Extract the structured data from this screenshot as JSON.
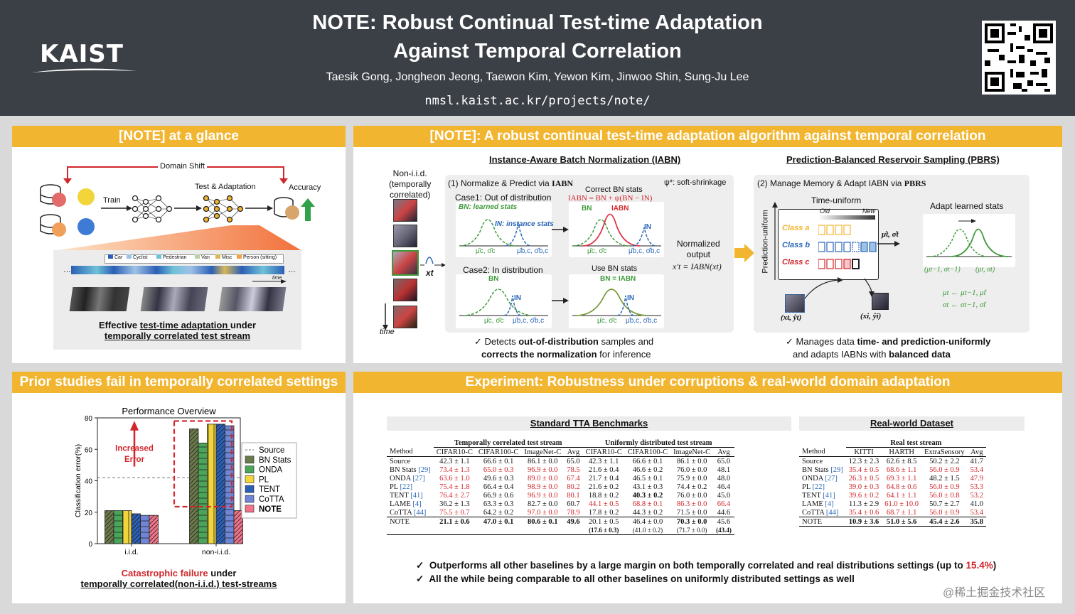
{
  "header": {
    "logo": "KAIST",
    "title_line1": "NOTE: Robust Continual Test-time Adaptation",
    "title_line2": "Against Temporal Correlation",
    "authors": "Taesik Gong, Jongheon Jeong, Taewon Kim, Yewon Kim, Jinwoo Shin, Sung-Ju Lee",
    "url": "nmsl.kaist.ac.kr/projects/note/"
  },
  "glance": {
    "title": "[NOTE] at a glance",
    "domain_shift": "Domain Shift",
    "train": "Train",
    "test_adapt": "Test & Adaptation",
    "accuracy": "Accuracy",
    "legend": [
      "Car",
      "Cyclist",
      "Pedestrian",
      "Van",
      "Misc",
      "Person (sitting)"
    ],
    "time_label": "time",
    "caption_pre": "Effective ",
    "caption_u1": "test-time adaptation ",
    "caption_mid": "under",
    "caption_u2": "temporally correlated test stream"
  },
  "algo": {
    "title": "[NOTE]: A robust continual test-time adaptation algorithm against temporal correlation",
    "iabn_title": "Instance-Aware Batch Normalization (IABN)",
    "pbrs_title": "Prediction-Balanced Reservoir Sampling (PBRS)",
    "noniid": "Non-i.i.d.",
    "temporally": "(temporally",
    "correlated": "correlated)",
    "time": "time",
    "step1": "(1) Normalize & Predict via ",
    "step1_bold": "IABN",
    "psi_label": "ψ*: soft-shrinkage",
    "case1": "Case1: Out of distribution",
    "case2": "Case2: In distribution",
    "correct_bn": "Correct BN stats",
    "iabn_eq": "IABN = BN + ψ(BN − IN)",
    "use_bn": "Use BN stats",
    "bn_eq_iabn": "BN = IABN",
    "bn_learned": "BN: learned stats",
    "in_instance": "IN: instance stats",
    "bn": "BN",
    "in": "IN",
    "iabn": "IABN",
    "mu_c": "μ̄c, σ̄c",
    "mu_b": "μ̄b,c, σ̄b,c",
    "normalized": "Normalized",
    "output": "output",
    "xt_eq": "x′t = IABN(xt)",
    "xt": "xt",
    "check1_pre": "Detects ",
    "check1_bold": "out-of-distribution",
    "check1_post": " samples and",
    "check1b_bold": "corrects the normalization",
    "check1b_post": " for inference",
    "step2": "(2) Manage Memory & Adapt IABN via ",
    "step2_bold": "PBRS",
    "time_uniform": "Time-uniform",
    "pred_uniform": "Prediction-uniform",
    "old": "Old",
    "new": "New",
    "class_a": "Class a",
    "class_b": "Class b",
    "class_c": "Class c",
    "mu_hat": "μ̂t, σ̂t",
    "adapt": "Adapt learned stats",
    "mu_prev": "(μt−1, σt−1)",
    "mu_now": "(μt, σt)",
    "upd1": "μt ← μt−1, μ̂t",
    "upd2": "σt ← σt−1, σ̂t",
    "xy_hat": "(xt, ŷt)",
    "xy_hat2": "(xi, ŷi)",
    "check2_pre": "Manages data ",
    "check2_bold": "time- and prediction-uniformly",
    "check2b_pre": "and adapts IABNs with ",
    "check2b_bold": "balanced data"
  },
  "prior": {
    "title": "Prior studies fail in temporally correlated settings",
    "chart_title": "Performance Overview",
    "ylabel": "Classification error(%)",
    "increased": "Increased",
    "error": "Error",
    "caption_red": "Catastrophic failure",
    "caption_post": " under",
    "caption2": "temporally correlated(non-i.i.d.) test-streams"
  },
  "chart_data": {
    "type": "bar",
    "title": "Performance Overview",
    "ylabel": "Classification error(%)",
    "ylim": [
      0,
      80
    ],
    "yticks": [
      0,
      20,
      40,
      60,
      80
    ],
    "categories": [
      "i.i.d.",
      "non-i.i.d."
    ],
    "source_line": 42,
    "series": [
      {
        "name": "BN Stats",
        "values": [
          21,
          73
        ],
        "color": "#6b7a4a"
      },
      {
        "name": "ONDA",
        "values": [
          21,
          64
        ],
        "color": "#4aa55a"
      },
      {
        "name": "PL",
        "values": [
          21,
          76
        ],
        "color": "#f2d53a"
      },
      {
        "name": "TENT",
        "values": [
          19,
          76
        ],
        "color": "#2b5fb5"
      },
      {
        "name": "CoTTA",
        "values": [
          18,
          75
        ],
        "color": "#6f86d6"
      },
      {
        "name": "NOTE",
        "values": [
          18,
          21
        ],
        "color": "#f07389"
      }
    ],
    "legend": [
      "Source",
      "BN Stats",
      "ONDA",
      "PL",
      "TENT",
      "CoTTA",
      "NOTE"
    ]
  },
  "exp": {
    "title": "Experiment: Robustness under corruptions & real-world domain adaptation",
    "std_title": "Standard TTA Benchmarks",
    "real_title": "Real-world Dataset",
    "temporal_head": "Temporally correlated test stream",
    "uniform_head": "Uniformly distributed test stream",
    "real_head": "Real test stream",
    "std_cols": [
      "Method",
      "CIFAR10-C",
      "CIFAR100-C",
      "ImageNet-C",
      "Avg",
      "CIFAR10-C",
      "CIFAR100-C",
      "ImageNet-C",
      "Avg"
    ],
    "std_rows": [
      [
        "Source",
        "42.3 ± 1.1",
        "66.6 ± 0.1",
        "86.1 ± 0.0",
        "65.0",
        "42.3 ± 1.1",
        "66.6 ± 0.1",
        "86.1 ± 0.0",
        "65.0"
      ],
      [
        "BN Stats [29]",
        "73.4 ± 1.3",
        "65.0 ± 0.3",
        "96.9 ± 0.0",
        "78.5",
        "21.6 ± 0.4",
        "46.6 ± 0.2",
        "76.0 ± 0.0",
        "48.1"
      ],
      [
        "ONDA [27]",
        "63.6 ± 1.0",
        "49.6 ± 0.3",
        "89.0 ± 0.0",
        "67.4",
        "21.7 ± 0.4",
        "46.5 ± 0.1",
        "75.9 ± 0.0",
        "48.0"
      ],
      [
        "PL [22]",
        "75.4 ± 1.8",
        "66.4 ± 0.4",
        "98.9 ± 0.0",
        "80.2",
        "21.6 ± 0.2",
        "43.1 ± 0.3",
        "74.4 ± 0.2",
        "46.4"
      ],
      [
        "TENT [41]",
        "76.4 ± 2.7",
        "66.9 ± 0.6",
        "96.9 ± 0.0",
        "80.1",
        "18.8 ± 0.2",
        "40.3 ± 0.2",
        "76.0 ± 0.0",
        "45.0"
      ],
      [
        "LAME [4]",
        "36.2 ± 1.3",
        "63.3 ± 0.3",
        "82.7 ± 0.0",
        "60.7",
        "44.1 ± 0.5",
        "68.8 ± 0.1",
        "86.3 ± 0.0",
        "66.4"
      ],
      [
        "CoTTA [44]",
        "75.5 ± 0.7",
        "64.2 ± 0.2",
        "97.0 ± 0.0",
        "78.9",
        "17.8 ± 0.2",
        "44.3 ± 0.2",
        "71.5 ± 0.0",
        "44.6"
      ]
    ],
    "std_note": [
      "NOTE",
      "21.1 ± 0.6",
      "47.0 ± 0.1",
      "80.6 ± 0.1",
      "49.6",
      "20.1 ± 0.5",
      "46.4 ± 0.0",
      "70.3 ± 0.0",
      "45.6"
    ],
    "std_note2": [
      "",
      "",
      "",
      "",
      "",
      "(17.6 ± 0.3)",
      "(41.0 ± 0.2)",
      "(71.7 ± 0.0)",
      "(43.4)"
    ],
    "real_cols": [
      "Method",
      "KITTI",
      "HARTH",
      "ExtraSensory",
      "Avg"
    ],
    "real_rows": [
      [
        "Source",
        "12.3 ± 2.3",
        "62.6 ± 8.5",
        "50.2 ± 2.2",
        "41.7"
      ],
      [
        "BN Stats [29]",
        "35.4 ± 0.5",
        "68.6 ± 1.1",
        "56.0 ± 0.9",
        "53.4"
      ],
      [
        "ONDA [27]",
        "26.3 ± 0.5",
        "69.3 ± 1.1",
        "48.2 ± 1.5",
        "47.9"
      ],
      [
        "PL [22]",
        "39.0 ± 0.3",
        "64.8 ± 0.6",
        "56.0 ± 0.9",
        "53.3"
      ],
      [
        "TENT [41]",
        "39.6 ± 0.2",
        "64.1 ± 1.1",
        "56.0 ± 0.8",
        "53.2"
      ],
      [
        "LAME [4]",
        "11.3 ± 2.9",
        "61.0 ± 10.0",
        "50.7 ± 2.7",
        "41.0"
      ],
      [
        "CoTTA [44]",
        "35.4 ± 0.6",
        "68.7 ± 1.1",
        "56.0 ± 0.9",
        "53.4"
      ]
    ],
    "real_note": [
      "NOTE",
      "10.9 ± 3.6",
      "51.0 ± 5.6",
      "45.4 ± 2.6",
      "35.8"
    ],
    "check1_pre": "Outperforms all other baselines by a large margin on both temporally correlated and real distributions settings (up to ",
    "check1_red": "15.4%",
    "check1_post": ")",
    "check2": "All the while being comparable to all other baselines on uniformly distributed settings as well",
    "watermark": "@稀土掘金技术社区"
  },
  "colors": {
    "header": "#3b3f46",
    "accent": "#f2b530",
    "red": "#d1262b",
    "blue": "#2a66b7",
    "green": "#3e9a3a"
  }
}
